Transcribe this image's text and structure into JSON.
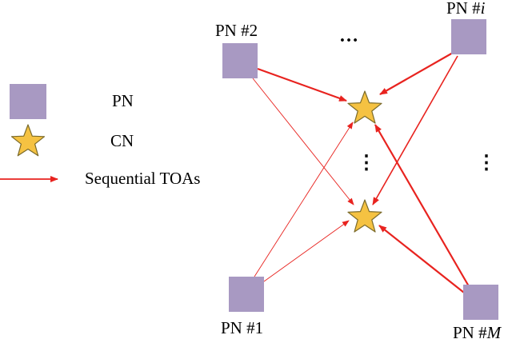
{
  "colors": {
    "pn_fill": "#a899c2",
    "star_fill": "#f5c242",
    "star_stroke": "#7a6a2a",
    "arrow": "#e8231f",
    "text": "#000000"
  },
  "icons": {
    "pn": "purple-square-icon",
    "cn": "star-icon",
    "toa": "red-arrow-icon"
  },
  "legend": {
    "pn_label": "PN",
    "cn_label": "CN",
    "toa_label": "Sequential TOAs"
  },
  "nodes": {
    "pn1": {
      "prefix": "PN #",
      "index": "1"
    },
    "pn2": {
      "prefix": "PN #",
      "index": "2"
    },
    "pni": {
      "prefix": "PN #",
      "index": "i"
    },
    "pnm": {
      "prefix": "PN #",
      "index": "M"
    }
  },
  "ellipses": {
    "top": "…",
    "vertical": "⋮"
  }
}
